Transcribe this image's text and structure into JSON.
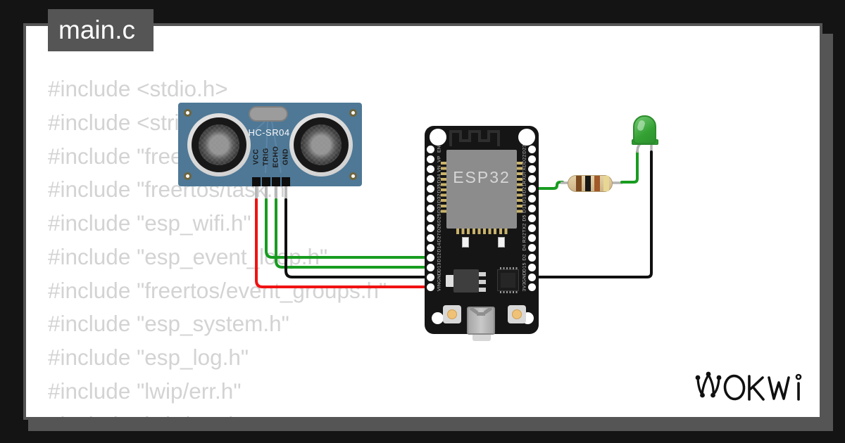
{
  "window": {
    "tab_label": "main.c"
  },
  "code": {
    "lines": [
      "#include <stdio.h>",
      "#include <string.h>",
      "#include \"freertos/FreeRTOS.h\"",
      "#include \"freertos/task.h\"",
      "#include \"esp_wifi.h\"",
      "#include \"esp_event_loop.h\"",
      "#include \"freertos/event_groups.h\"",
      "#include \"esp_system.h\"",
      "#include \"esp_log.h\"",
      "#include \"lwip/err.h\"",
      "#include \"lwip/sys.h\""
    ]
  },
  "circuit": {
    "hcsr04": {
      "label": "HC-SR04",
      "pins": [
        "VCC",
        "TRIG",
        "ECHO",
        "GND"
      ]
    },
    "esp32": {
      "chip_label": "ESP32",
      "left_pins": [
        "EN",
        "VP",
        "VN",
        "D34",
        "D35",
        "D32",
        "D33",
        "D25",
        "D26",
        "D27",
        "D14",
        "D12",
        "D13",
        "GND",
        "VIN"
      ],
      "right_pins": [
        "D23",
        "D22",
        "TXD",
        "RXD",
        "D21",
        "D19",
        "D18",
        "D5",
        "TX2",
        "RX2",
        "D4",
        "D2",
        "D15",
        "GND",
        "3V3"
      ]
    },
    "led": {
      "color": "green"
    },
    "resistor": {
      "bands": [
        "brown",
        "black",
        "brown",
        "gold"
      ]
    },
    "wires": [
      {
        "from": "HC-SR04 VCC",
        "to": "ESP32 VIN",
        "color": "#f01212"
      },
      {
        "from": "HC-SR04 TRIG",
        "to": "ESP32 D12",
        "color": "#189c20"
      },
      {
        "from": "HC-SR04 ECHO",
        "to": "ESP32 D13",
        "color": "#189c20"
      },
      {
        "from": "HC-SR04 GND",
        "to": "ESP32 GND",
        "color": "#101010"
      },
      {
        "from": "ESP32 D21",
        "to": "resistor / LED anode",
        "color": "#189c20"
      },
      {
        "from": "LED cathode",
        "to": "ESP32 GND",
        "color": "#101010"
      }
    ]
  },
  "logo": {
    "text": "WOKWI"
  },
  "colors": {
    "background": "#141414",
    "panel": "#ffffff",
    "frame-gray": "#555555",
    "code-text": "#d3d3d3",
    "sensor-blue": "#4e7896",
    "wire-red": "#f01212",
    "wire-green": "#189c20",
    "wire-black": "#101010",
    "led-green": "#34a134",
    "resistor-body": "#d9c49c",
    "gold-pin": "#c9b26b"
  }
}
